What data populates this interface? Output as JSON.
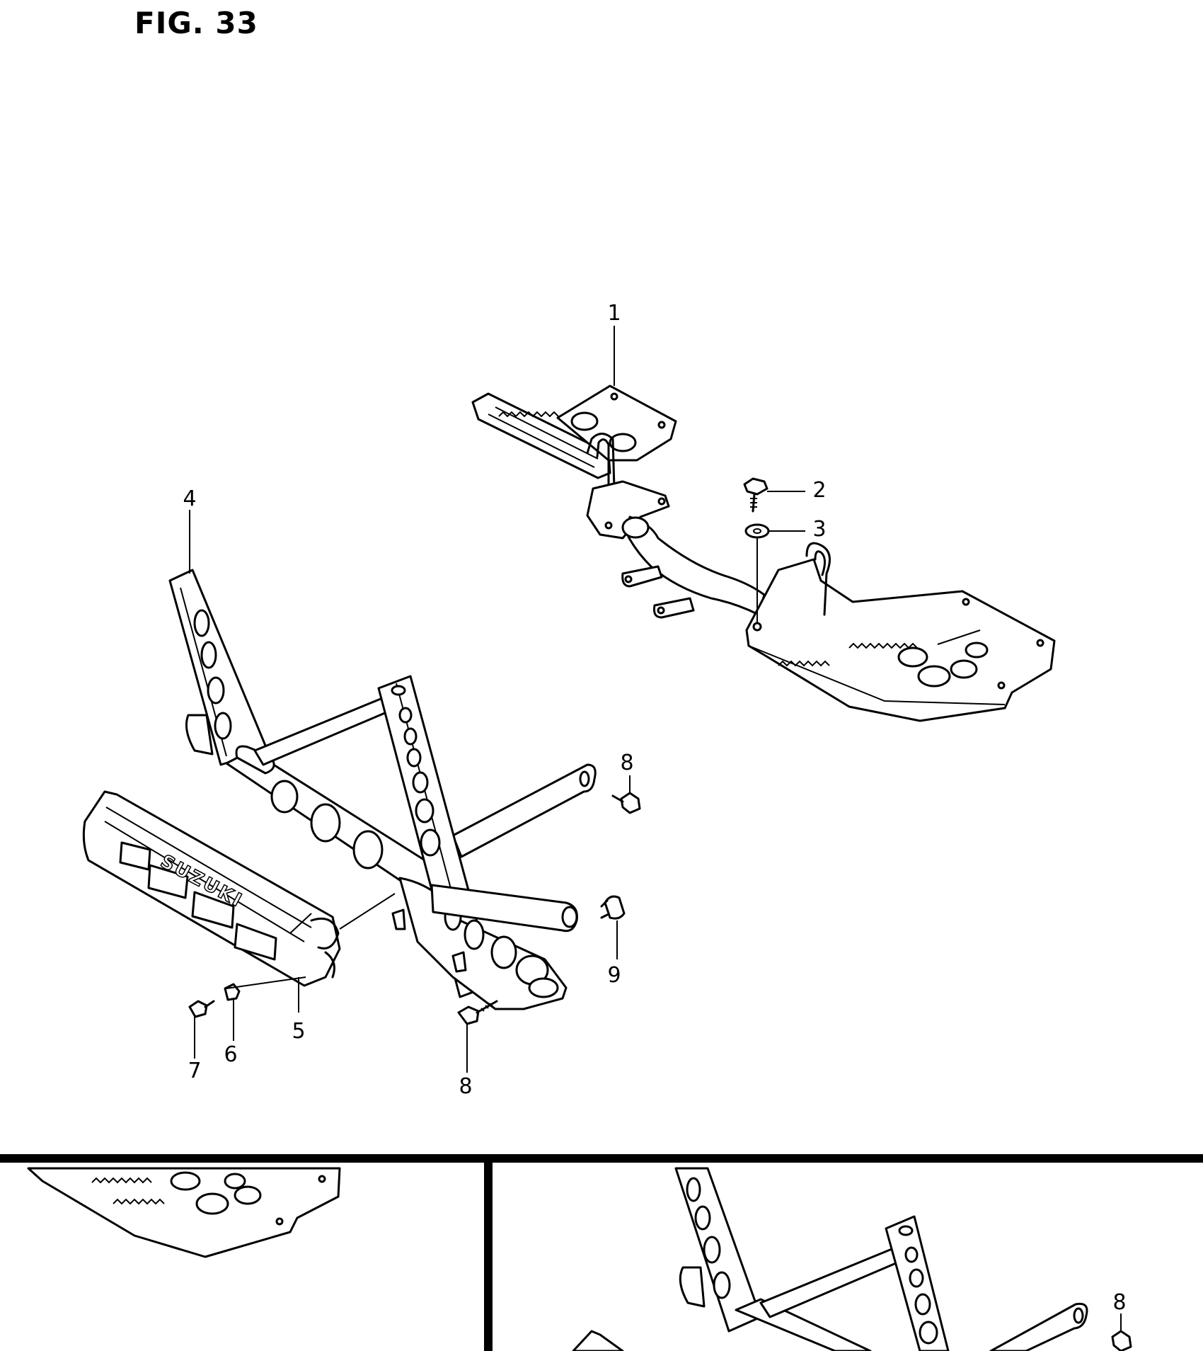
{
  "figure": {
    "title": "FIG. 33"
  },
  "callouts": {
    "c1": "1",
    "c2": "2",
    "c3": "3",
    "c4": "4",
    "c5": "5",
    "c6": "6",
    "c7": "7",
    "c8a": "8",
    "c8b": "8",
    "c9": "9",
    "c8c": "8"
  },
  "step_guard_logo": "SUZUKI"
}
